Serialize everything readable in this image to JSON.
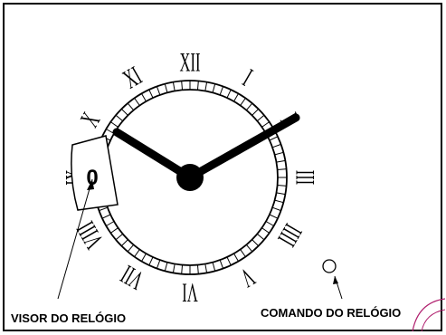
{
  "labels": {
    "visor": "VISOR DO RELÓGIO",
    "comando": "COMANDO DO RELÓGIO"
  },
  "display": {
    "value": "0"
  },
  "numerals": [
    "XII",
    "I",
    "II",
    "III",
    "IIII",
    "V",
    "VI",
    "VII",
    "VIII",
    "IX",
    "X",
    "XI"
  ],
  "hands": {
    "hour_numeral": "X",
    "minute_numeral": "II"
  },
  "colors": {
    "stroke": "#000000",
    "background": "#ffffff"
  }
}
